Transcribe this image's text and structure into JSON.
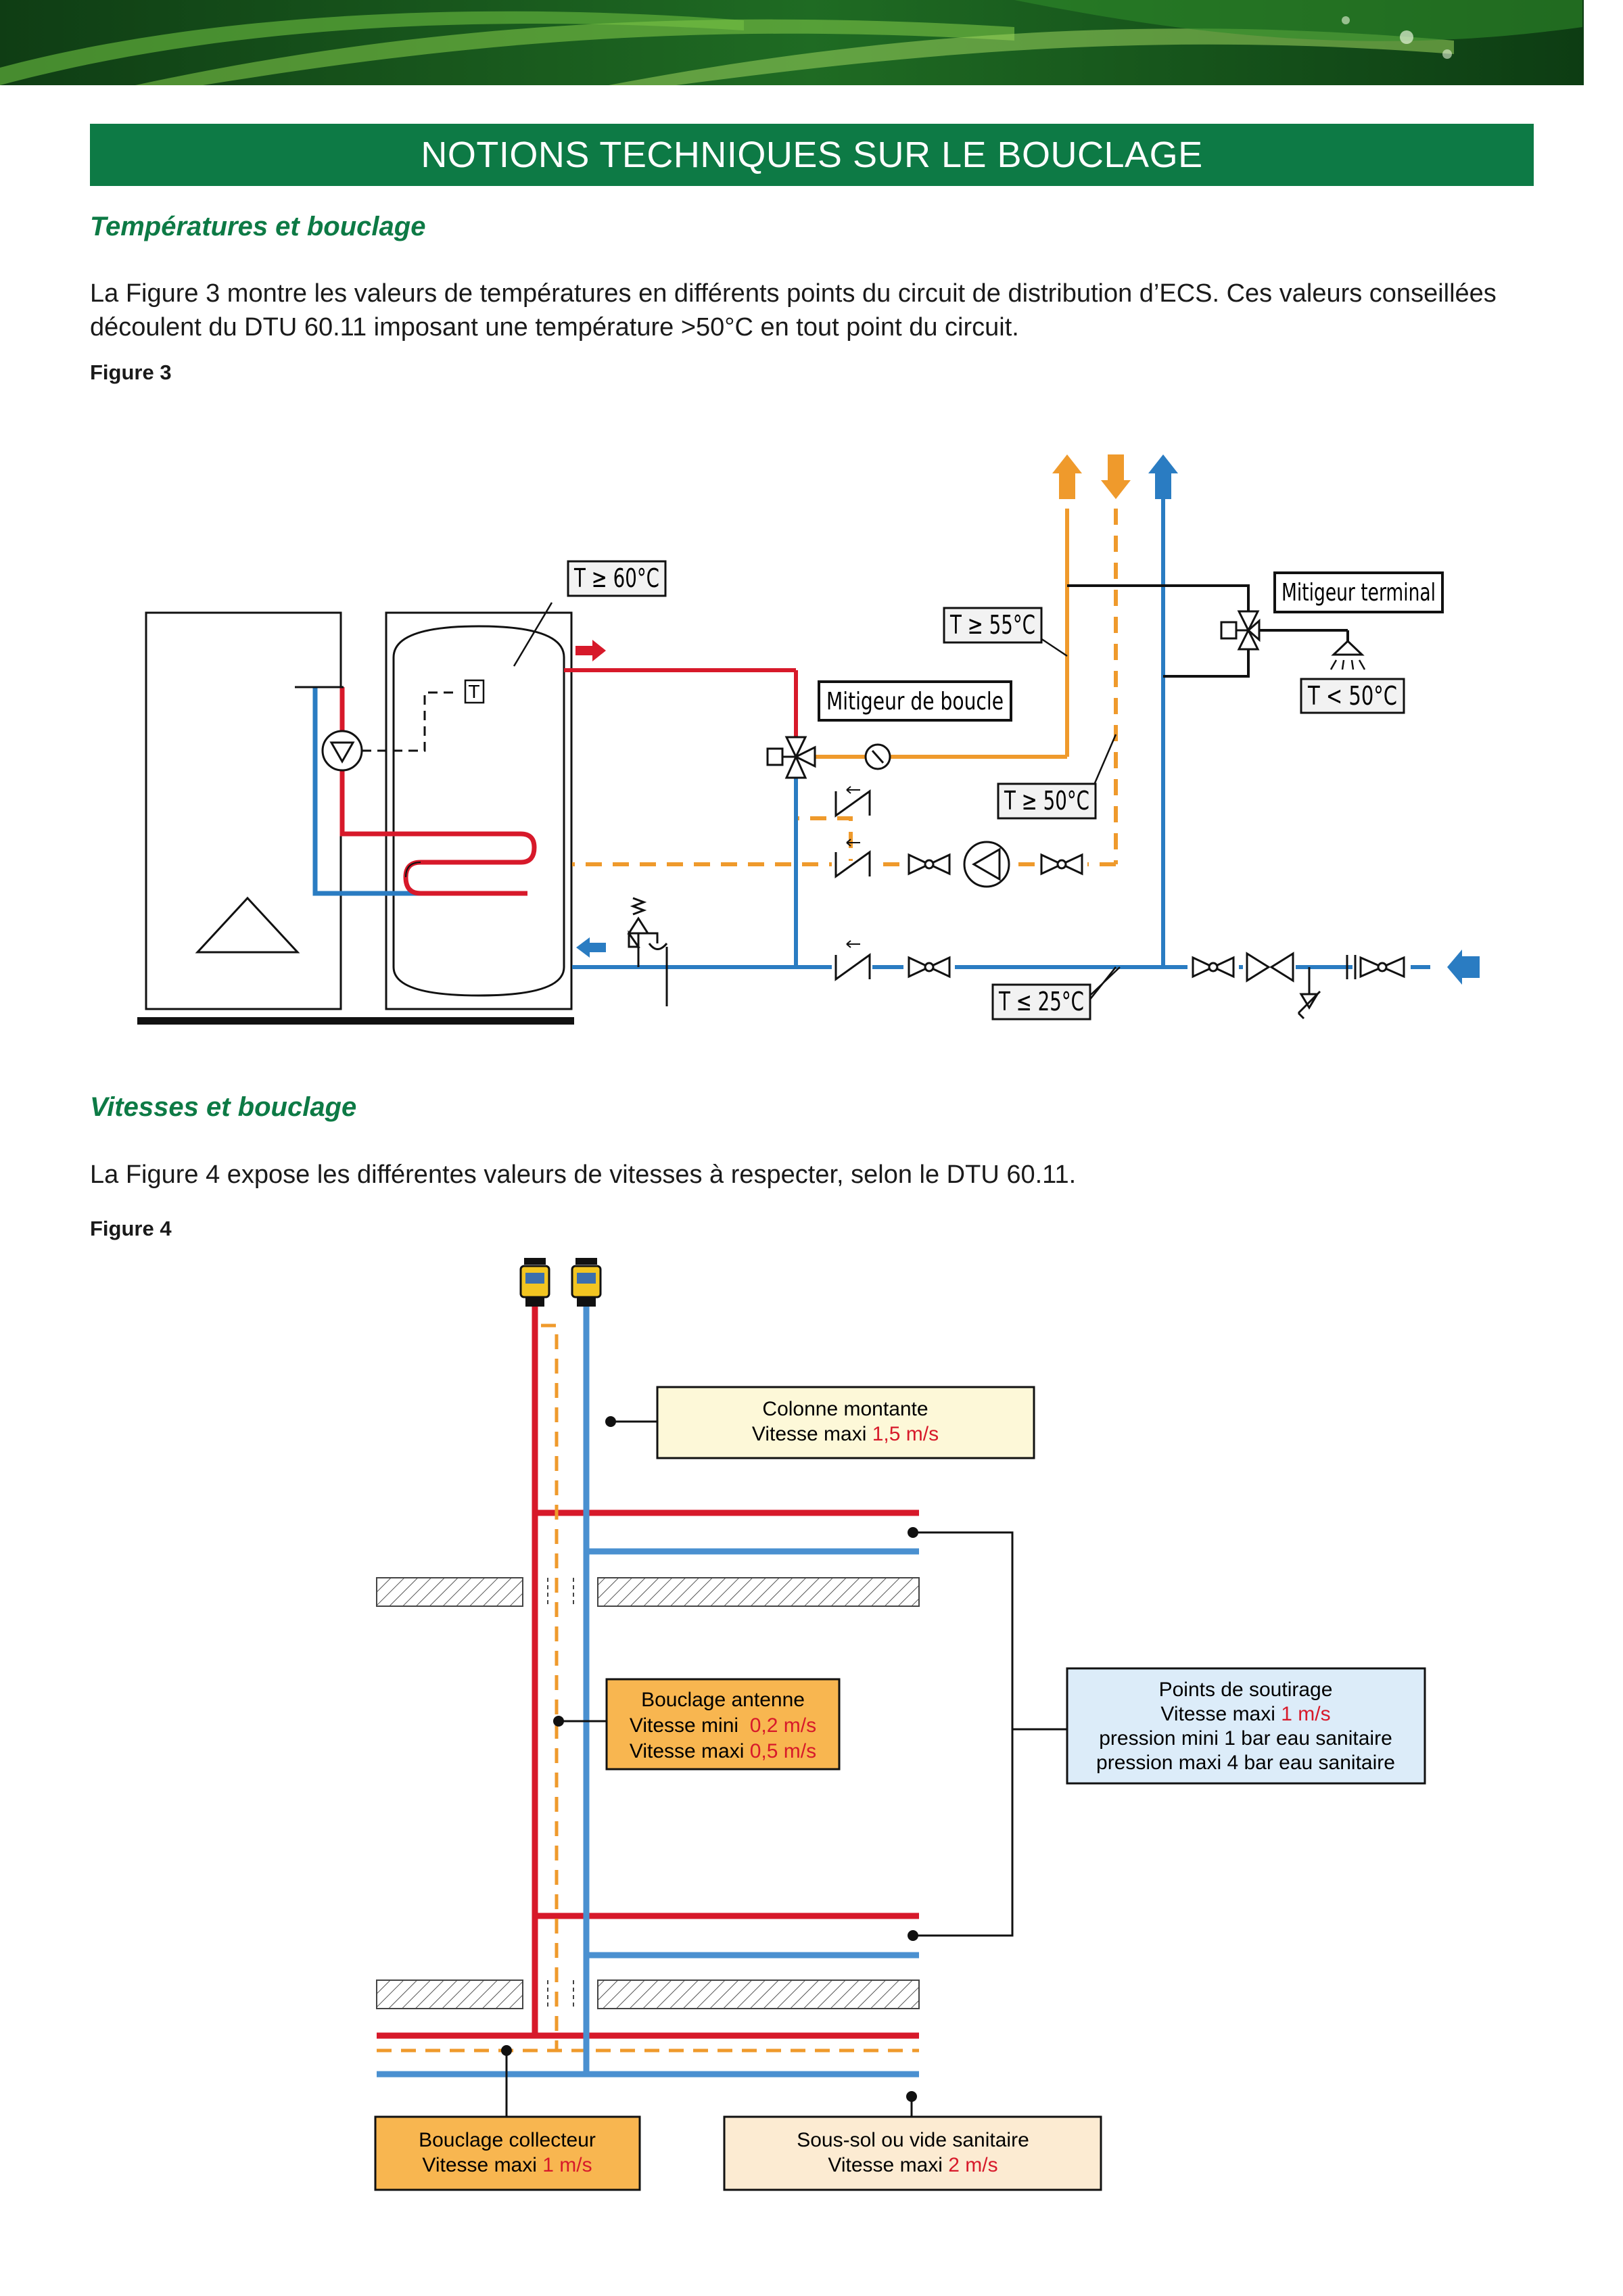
{
  "header": {
    "title": "NOTIONS TECHNIQUES SUR LE BOUCLAGE"
  },
  "section1": {
    "heading": "Températures et bouclage",
    "paragraph_line1": "La Figure 3 montre les valeurs de températures en différents points du circuit de distribution d’ECS. Ces valeurs conseillées",
    "paragraph_line2": "découlent du DTU 60.11 imposant une température >50°C en tout point du circuit.",
    "figure_label": "Figure 3"
  },
  "figure3": {
    "labels": {
      "t_tank": "T ≥ 60°C",
      "t_55": "T ≥ 55°C",
      "t_50": "T ≥ 50°C",
      "t_25": "T ≤ 25°C",
      "t_lt50": "T < 50°C",
      "mitigeur_boucle": "Mitigeur de boucle",
      "mitigeur_terminal": "Mitigeur terminal",
      "thermostat": "T"
    },
    "colors": {
      "hot": "#d7192a",
      "cold": "#2a7cc2",
      "loop": "#ef9a2c",
      "black": "#111111"
    }
  },
  "section2": {
    "heading": "Vitesses et bouclage",
    "paragraph": "La Figure 4 expose les différentes valeurs de vitesses à respecter, selon le DTU 60.11.",
    "figure_label": "Figure 4"
  },
  "figure4": {
    "colonne": {
      "line1": "Colonne montante",
      "line2_prefix": "Vitesse maxi ",
      "line2_value": "1,5 m/s"
    },
    "antenne": {
      "line1": "Bouclage antenne",
      "line2_prefix": "Vitesse mini  ",
      "line2_value": "0,2 m/s",
      "line3_prefix": "Vitesse maxi ",
      "line3_value": "0,5 m/s"
    },
    "soutirage": {
      "line1": "Points de soutirage",
      "line2_prefix": "Vitesse maxi ",
      "line2_value": "1 m/s",
      "line3": "pression mini 1 bar eau sanitaire",
      "line4": "pression maxi 4 bar eau sanitaire"
    },
    "collecteur": {
      "line1": "Bouclage collecteur",
      "line2_prefix": "Vitesse maxi ",
      "line2_value": "1 m/s"
    },
    "soussol": {
      "line1": "Sous-sol ou vide sanitaire",
      "line2_prefix": "Vitesse maxi ",
      "line2_value": "2 m/s"
    },
    "colors": {
      "hot": "#d7192a",
      "cold": "#4a90d0",
      "loop": "#ef9a2c",
      "value_red": "#d7192a",
      "box_yellow": "#fdf8d8",
      "box_orange": "#f8b650",
      "box_blue": "#dcecf9",
      "box_peach": "#fcebd2"
    }
  }
}
